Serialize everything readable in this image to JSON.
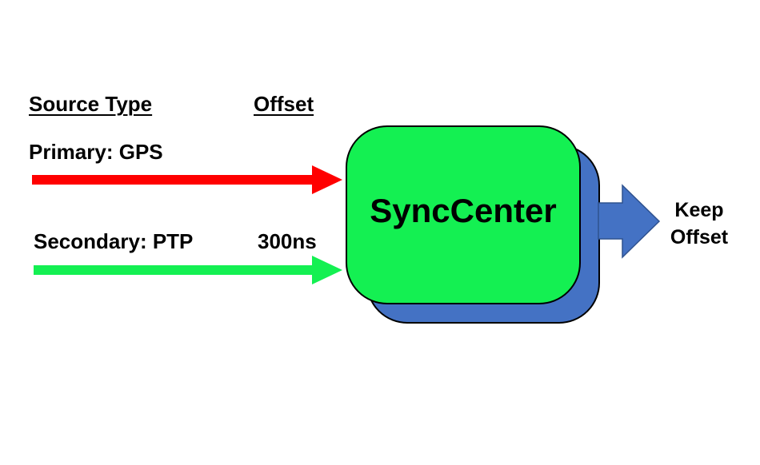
{
  "headers": {
    "source_type": "Source Type",
    "offset": "Offset"
  },
  "sources": [
    {
      "label": "Primary: GPS",
      "offset": "",
      "color": "#ff0000"
    },
    {
      "label": "Secondary: PTP",
      "offset": "300ns",
      "color": "#14f052"
    }
  ],
  "sync_center": {
    "title": "SyncCenter",
    "front_color": "#14f052",
    "back_color": "#4472c4"
  },
  "output": {
    "line1": "Keep",
    "line2": "Offset",
    "arrow_color": "#4472c4"
  }
}
